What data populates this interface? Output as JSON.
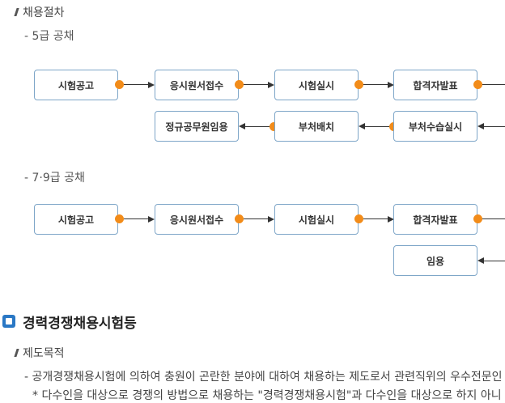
{
  "procedure": {
    "title": "채용절차",
    "grade5": {
      "label": "- 5급 공채",
      "row1": [
        "시험공고",
        "응시원서접수",
        "시험실시",
        "합격자발표"
      ],
      "row2": [
        "정규공무원임용",
        "부처배치",
        "부처수습실시"
      ]
    },
    "grade79": {
      "label": "- 7·9급 공채",
      "row1": [
        "시험공고",
        "응시원서접수",
        "시험실시",
        "합격자발표"
      ],
      "row2": [
        "임용"
      ]
    }
  },
  "career": {
    "heading": "경력경쟁채용시험등",
    "purpose_title": "제도목적",
    "line1": "- 공개경쟁채용시험에 의하여 충원이 곤란한 분야에 대하여 채용하는 제도로서 관련직위의 우수전문인",
    "line2": "* 다수인을 대상으로 경쟁의 방법으로 채용하는 \"경력경쟁채용시험\"과 다수인을 대상으로 하지 아니"
  },
  "colors": {
    "connector_dot": "#f28c1a",
    "box_border": "#7ea6c8",
    "section_icon": "#2a78c5"
  }
}
